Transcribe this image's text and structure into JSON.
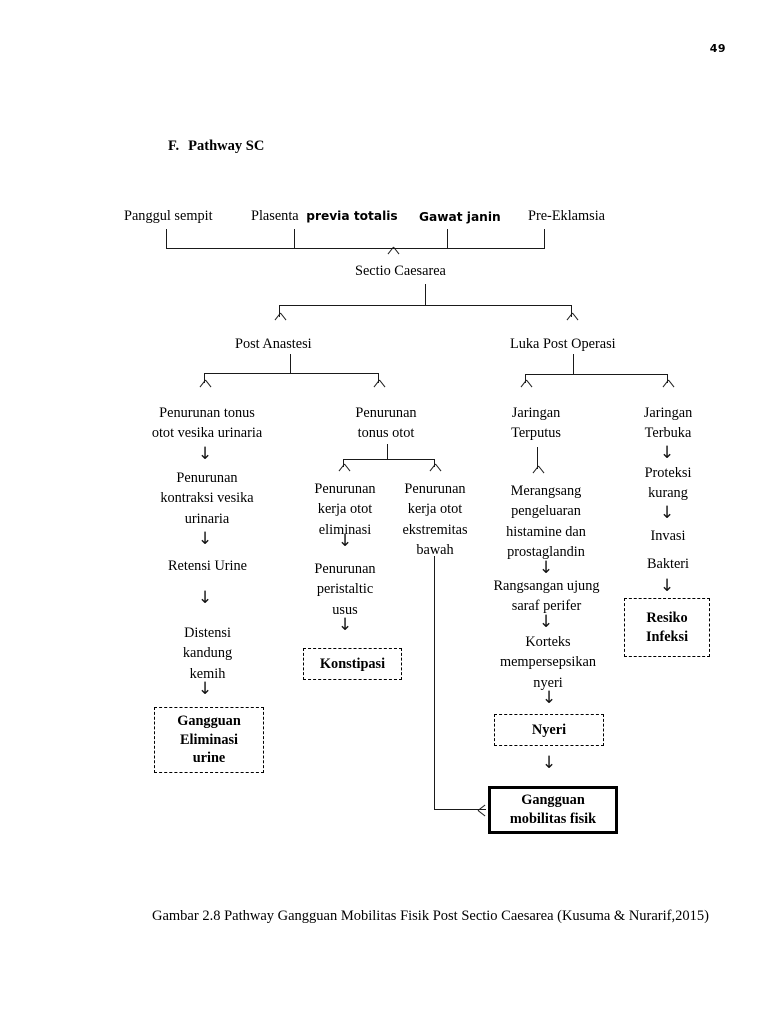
{
  "document": {
    "page_number": "49",
    "heading_letter": "F.",
    "heading_text": "Pathway SC",
    "caption": "Gambar 2.8 Pathway Gangguan Mobilitas Fisik Post Sectio Caesarea (Kusuma & Nurarif,2015)"
  },
  "diagram": {
    "title": "Pathway Gangguan Mobilitas Fisik Post Sectio Caesarea",
    "causes": [
      {
        "label": "Panggul sempit"
      },
      {
        "label_serif": "Plasenta",
        "label_sans": "previa totalis"
      },
      {
        "label": "Gawat janin"
      },
      {
        "label": "Pre-Eklamsia"
      }
    ],
    "root": "Sectio Caesarea",
    "branch_left": "Post Anastesi",
    "branch_right": "Luka Post Operasi",
    "left_chain": {
      "n1_line1": "Penurunan tonus",
      "n1_line2": "otot vesika urinaria",
      "n2_line1": "Penurunan",
      "n2_line2": "kontraksi vesika",
      "n2_line3": "urinaria",
      "n3": "Retensi Urine",
      "n4_line1": "Distensi",
      "n4_line2": "kandung",
      "n4_line3": "kemih",
      "outcome_line1": "Gangguan",
      "outcome_line2": "Eliminasi",
      "outcome_line3": "urine"
    },
    "mid_chain": {
      "parent_line1": "Penurunan",
      "parent_line2": "tonus otot",
      "a1_line1": "Penurunan",
      "a1_line2": "kerja otot",
      "a1_line3": "eliminasi",
      "a2_line1": "Penurunan",
      "a2_line2": "peristaltic",
      "a2_line3": "usus",
      "a_outcome": "Konstipasi",
      "b1_line1": "Penurunan",
      "b1_line2": "kerja otot",
      "b1_line3": "ekstremitas",
      "b1_line4": "bawah"
    },
    "right_chain": {
      "r1_line1": "Jaringan",
      "r1_line2": "Terputus",
      "r2_line1": "Merangsang",
      "r2_line2": "pengeluaran",
      "r2_line3": "histamine dan",
      "r2_line4": "prostaglandin",
      "r3_line1": "Rangsangan ujung",
      "r3_line2": "saraf perifer",
      "r4_line1": "Korteks",
      "r4_line2": "mempersepsikan",
      "r4_line3": "nyeri",
      "r_outcome": "Nyeri"
    },
    "far_right_chain": {
      "f1_line1": "Jaringan",
      "f1_line2": "Terbuka",
      "f2_line1": "Proteksi",
      "f2_line2": "kurang",
      "f3_line1": "Invasi",
      "f3_line2": "Bakteri",
      "f_outcome_line1": "Resiko",
      "f_outcome_line2": "Infeksi"
    },
    "final_outcome_line1": "Gangguan",
    "final_outcome_line2": "mobilitas fisik",
    "arrow_glyph": "↓"
  }
}
